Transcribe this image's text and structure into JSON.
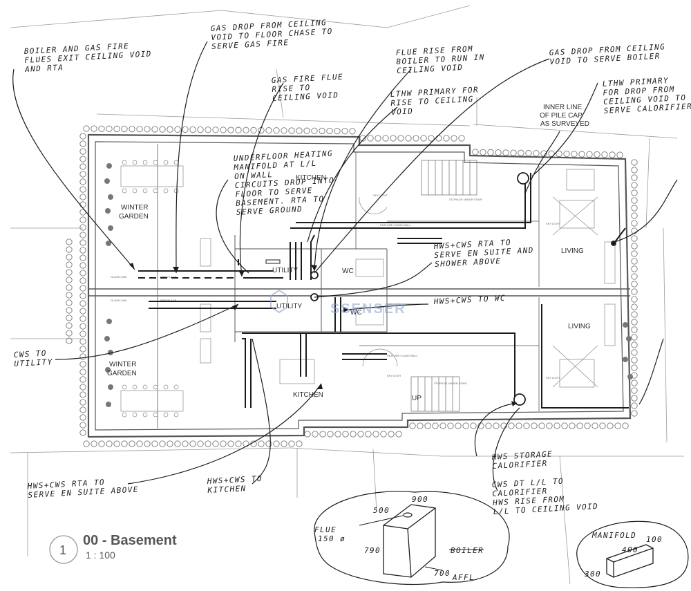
{
  "drawing": {
    "number": "1",
    "title": "00 - Basement",
    "scale": "1 : 100"
  },
  "rooms": {
    "winter_garden_top": "WINTER",
    "winter_garden_top2": "GARDEN",
    "kitchen_top": "KITCHEN",
    "utility_top": "UTILITY",
    "wc_top": "WC",
    "living_top": "LIVING",
    "utility_bottom": "UTILITY",
    "wc_bottom": "WC",
    "living_bottom": "LIVING",
    "winter_garden_bottom": "WINTER",
    "winter_garden_bottom2": "GARDEN",
    "kitchen_bottom": "KITCHEN",
    "up": "UP"
  },
  "survey_note": [
    "INNER LINE",
    "OF PILE CAP",
    "AS SURVEYED"
  ],
  "small_labels": {
    "glass_link_top": "GLASS LINK",
    "glass_link_bottom": "GLASS LINK",
    "fire_place_top": "FIRE PLACE",
    "fire_place_bottom": "FIRE PLACE",
    "sky_light_1": "SKY LIGHT",
    "sky_light_2": "SKY LIGHT",
    "sky_light_3": "SKY LIGHT",
    "sky_light_4": "SKY LIGHT",
    "storage_top": "STORAGE UNDER STAIR",
    "storage_bottom": "STORAGE UNDER STAIR",
    "feature_top": "FEATURE GLASS WALL",
    "feature_bottom": "FEATURE GLASS WALL"
  },
  "annotations": {
    "boiler_flues": [
      "BOILER AND GAS FIRE",
      "FLUES EXIT CEILING VOID",
      "AND RTA"
    ],
    "gas_drop_fire": [
      "GAS DROP FROM CEILING",
      "VOID TO FLOOR CHASE TO",
      "SERVE GAS FIRE"
    ],
    "gas_fire_flue": [
      "GAS FIRE FLUE",
      "RISE TO",
      "CEILING VOID"
    ],
    "flue_rise": [
      "FLUE RISE FROM",
      "BOILER TO RUN IN",
      "CEILING VOID"
    ],
    "lthw_primary_rise": [
      "LTHW PRIMARY FOR",
      "RISE TO CEILING",
      "VOID"
    ],
    "gas_drop_boiler": [
      "GAS DROP FROM CEILING",
      "VOID TO SERVE BOILER"
    ],
    "lthw_primary_drop": [
      "LTHW PRIMARY",
      "FOR DROP FROM",
      "CEILING VOID TO",
      "SERVE CALORIFIER"
    ],
    "underfloor": [
      "UNDERFLOOR HEATING",
      "MANIFOLD AT L/L",
      "ON WALL",
      "CIRCUITS DROP INTO",
      "FLOOR TO SERVE",
      "BASEMENT. RTA TO",
      "SERVE GROUND"
    ],
    "hws_cws_ensuite_shower": [
      "HWS+CWS RTA TO",
      "SERVE EN SUITE AND",
      "SHOWER ABOVE"
    ],
    "hws_cws_wc": [
      "HWS+CWS TO WC"
    ],
    "cws_utility": [
      "CWS TO",
      "UTILITY"
    ],
    "hws_cws_ensuite": [
      "HWS+CWS RTA TO",
      "SERVE EN SUITE ABOVE"
    ],
    "hws_cws_kitchen": [
      "HWS+CWS TO",
      "KITCHEN"
    ],
    "hws_storage": [
      "HWS STORAGE",
      "CALORIFIER"
    ],
    "cws_calorifier": [
      "CWS DT L/L TO",
      "CALORIFIER",
      "HWS RISE FROM",
      "L/L TO CEILING VOID"
    ]
  },
  "boiler_sketch": {
    "flue_label": "FLUE",
    "flue_size": "150 ø",
    "dim_500": "500",
    "dim_900": "900",
    "dim_790": "790",
    "dim_700": "700",
    "affl": "AFFL",
    "label": "BOILER"
  },
  "manifold_sketch": {
    "label": "MANIFOLD",
    "dim_100": "100",
    "dim_400": "400",
    "dim_300": "300"
  },
  "watermark": "SSENSER",
  "colors": {
    "ink": "#1c1c1c",
    "pencil": "#8a8a8a",
    "watermark": "#8aa0c8"
  }
}
